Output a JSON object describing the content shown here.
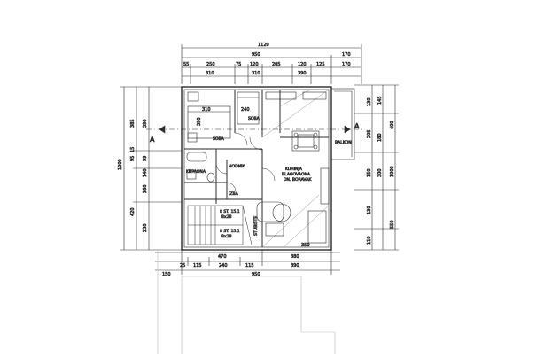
{
  "plan": {
    "top_dims": {
      "overall": "1120",
      "row2": "950",
      "row2_right": "170",
      "row3": [
        "55",
        "250",
        "75",
        "120",
        "205",
        "120",
        "125",
        "170"
      ],
      "row4": [
        "310",
        "310",
        "390"
      ]
    },
    "left_dims": [
      "385",
      "390",
      "1000",
      "15",
      "95",
      "99",
      "140",
      "260",
      "420",
      "230"
    ],
    "right_dims": {
      "outer": [
        "145",
        "180",
        "400",
        "300",
        "550"
      ],
      "middle": [
        "130",
        "205",
        "150",
        "130",
        "110"
      ],
      "total": "1000"
    },
    "bottom_dims": {
      "row1": [
        "470",
        "380"
      ],
      "row2": [
        "25",
        "115",
        "240",
        "115",
        "390"
      ],
      "row3_left": "150",
      "row3": "950"
    },
    "inner_dims": {
      "bed_left_width": "310",
      "bed_mid_width": "240",
      "bed_left_depth": "390",
      "kitchen_depth": "350"
    },
    "rooms": {
      "soba_1": "SOBA",
      "soba_2": "SOBA",
      "kupaona": "KUPAONA",
      "hodnik": "HODNIK",
      "izba": "IZBA",
      "balkon": "BALKON",
      "kuhinja": [
        "KUHINJA",
        "BLAGOVAONA",
        "DN. BORAVAK"
      ],
      "stubiste": "STUBIŠTE",
      "stair_a": [
        "8 ST. 15.1",
        "8x28"
      ],
      "stair_b": [
        "8 ST. 15.1",
        "8x28"
      ]
    },
    "section_marker": "A"
  },
  "colors": {
    "line": "#2b2b2b",
    "hatch": "#555555",
    "guide": "#bbbbbb"
  }
}
